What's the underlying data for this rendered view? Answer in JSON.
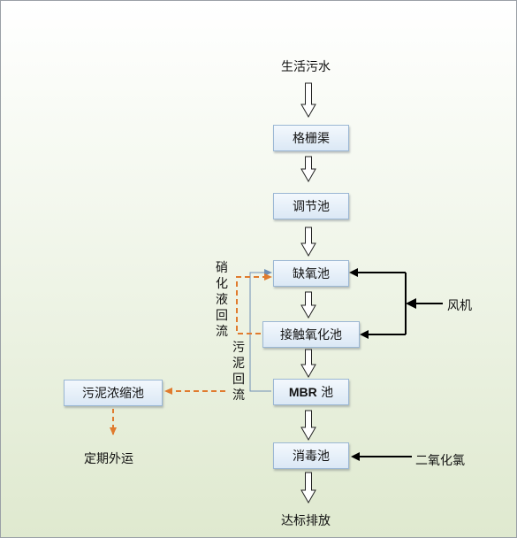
{
  "nodes": {
    "source": "生活污水",
    "grating": "格栅渠",
    "regulating": "调节池",
    "anoxic": "缺氧池",
    "contact_oxidation": "接触氧化池",
    "mbr_bold": "MBR",
    "mbr_rest": " 池",
    "disinfection": "消毒池",
    "discharge": "达标排放",
    "sludge_thickening": "污泥浓缩池",
    "periodic_removal": "定期外运"
  },
  "inputs": {
    "blower": "风机",
    "chlorine_dioxide": "二氧化氯"
  },
  "returns": {
    "nitrate_return": "硝化液回流",
    "sludge_return": "污泥回流"
  },
  "colors": {
    "dashed_flow": "#e07b2e",
    "return_line": "#6f8fb5",
    "arrow_black": "#000000"
  }
}
